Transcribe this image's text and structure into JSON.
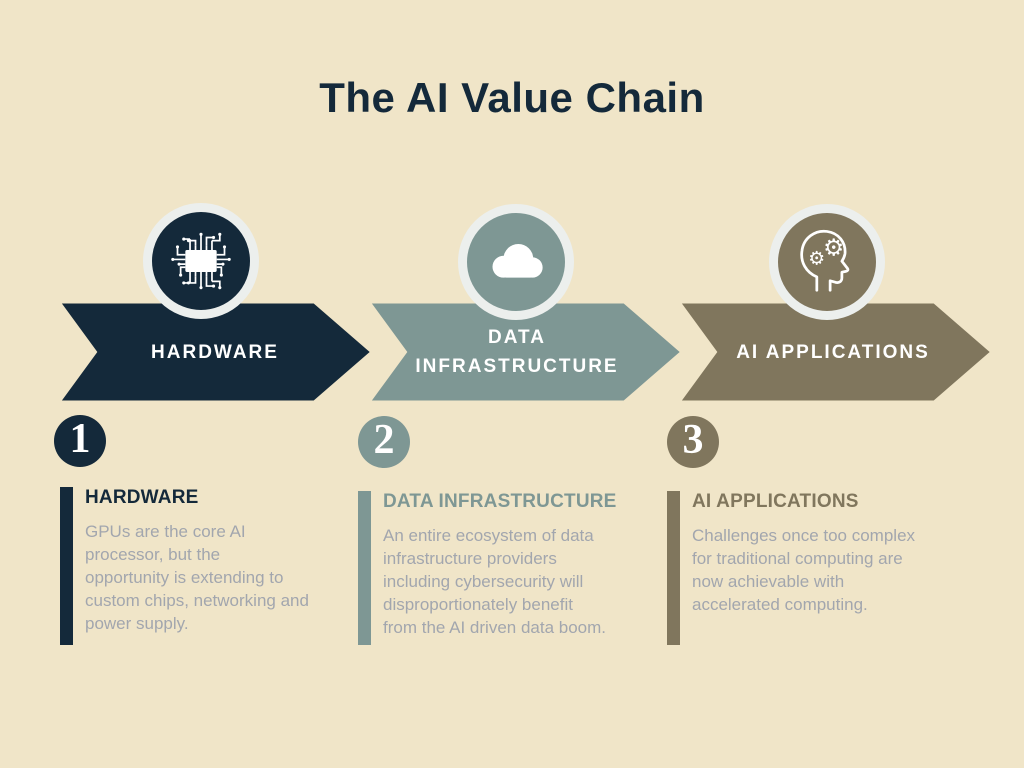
{
  "title": "The AI Value Chain",
  "palette": {
    "background": "#f0e5c8",
    "navy": "#14293a",
    "sage": "#7e9794",
    "taupe": "#80765d",
    "ring_white": "#ecefed",
    "body_text_gray": "#a2a6ae",
    "label_white": "#ffffff"
  },
  "steps": [
    {
      "number": "1",
      "icon": "circuit-chip-icon",
      "arrow_label": [
        "HARDWARE"
      ],
      "heading": "HARDWARE",
      "body": [
        "GPUs are the core AI",
        "processor, but the",
        "opportunity is extending to",
        "custom chips, networking and",
        "power supply."
      ]
    },
    {
      "number": "2",
      "icon": "cloud-icon",
      "arrow_label": [
        "DATA",
        "INFRASTRUCTURE"
      ],
      "heading": "DATA INFRASTRUCTURE",
      "body": [
        "An entire ecosystem of data",
        "infrastructure providers",
        "including cybersecurity will",
        "disproportionately benefit",
        "from the AI driven data boom."
      ]
    },
    {
      "number": "3",
      "icon": "head-gears-icon",
      "arrow_label": [
        "AI APPLICATIONS"
      ],
      "heading": "AI APPLICATIONS",
      "body": [
        "Challenges once too complex",
        "for traditional computing are",
        "now achievable with",
        "accelerated computing."
      ]
    }
  ]
}
